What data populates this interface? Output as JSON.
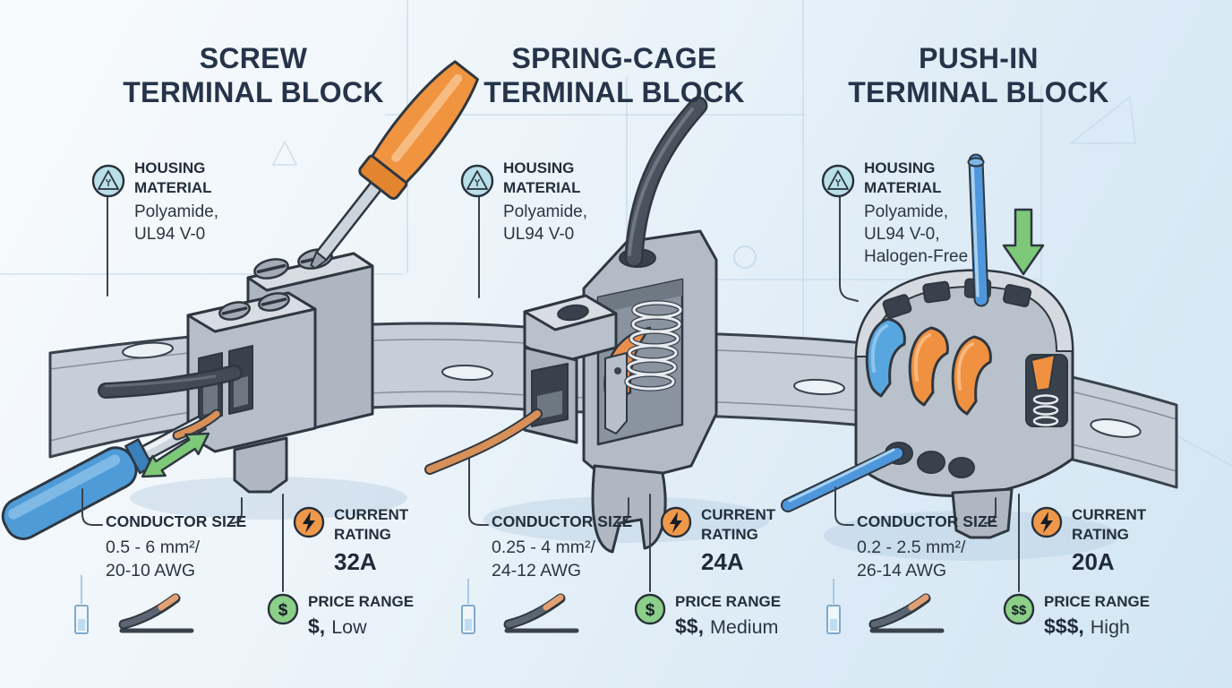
{
  "columns": [
    {
      "title": "SCREW\nTERMINAL BLOCK",
      "housing_label": "HOUSING\nMATERIAL",
      "housing_value": "Polyamide,\nUL94 V-0",
      "conductor_label": "CONDUCTOR SIZE",
      "conductor_value": "0.5 - 6 mm²/\n20-10 AWG",
      "current_label": "CURRENT\nRATING",
      "current_value": "32A",
      "price_label": "PRICE RANGE",
      "price_symbol": "$,",
      "price_level": "Low",
      "price_icon": "$"
    },
    {
      "title": "SPRING-CAGE\nTERMINAL BLOCK",
      "housing_label": "HOUSING\nMATERIAL",
      "housing_value": "Polyamide,\nUL94 V-0",
      "conductor_label": "CONDUCTOR SIZE",
      "conductor_value": "0.25 - 4 mm²/\n24-12 AWG",
      "current_label": "CURRENT\nRATING",
      "current_value": "24A",
      "price_label": "PRICE RANGE",
      "price_symbol": "$$,",
      "price_level": "Medium",
      "price_icon": "$"
    },
    {
      "title": "PUSH-IN\nTERMINAL BLOCK",
      "housing_label": "HOUSING\nMATERIAL",
      "housing_value": "Polyamide,\nUL94 V-0,\nHalogen-Free",
      "conductor_label": "CONDUCTOR SIZE",
      "conductor_value": "0.2 - 2.5 mm²/\n26-14 AWG",
      "current_label": "CURRENT\nRATING",
      "current_value": "20A",
      "price_label": "PRICE RANGE",
      "price_symbol": "$$$,",
      "price_level": "High",
      "price_icon": "$$"
    }
  ],
  "colors": {
    "title_text": "#26344a",
    "body_text": "#2b3642",
    "outline": "#2f3740",
    "housing_icon_fill": "#b9dfe9",
    "current_icon_fill": "#f0984a",
    "price_icon_fill": "#8bcf88",
    "block_gray": "#b6bfc9",
    "rail_gray": "#c6ced8",
    "wire_blue": "#4f97dc",
    "lever_orange": "#ef9140",
    "copper": "#d89059",
    "arrow_green": "#7dc879"
  }
}
